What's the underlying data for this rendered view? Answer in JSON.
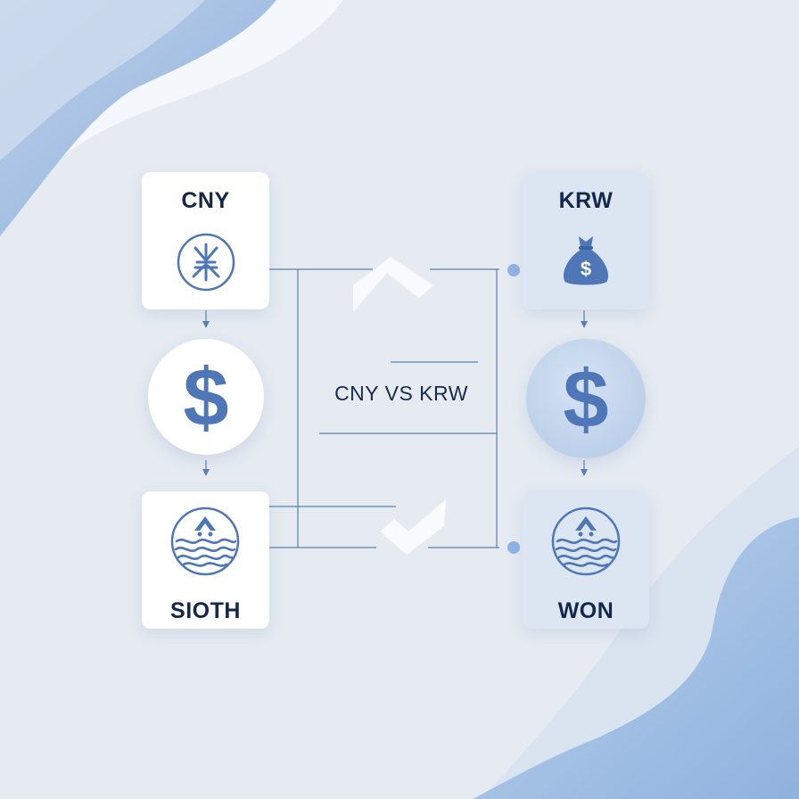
{
  "nodes": {
    "cny_card": {
      "label": "CNY",
      "icon": "yuan-symbol-icon"
    },
    "krw_card": {
      "label": "KRW",
      "icon": "money-bag-icon"
    },
    "left_coin": {
      "symbol": "$",
      "icon": "dollar-coin-icon"
    },
    "right_coin": {
      "symbol": "$",
      "icon": "dollar-coin-icon"
    },
    "left_bottom_card": {
      "label": "SIOTH",
      "icon": "wave-emblem-icon"
    },
    "right_bottom_card": {
      "label": "WON",
      "icon": "wave-emblem-icon"
    }
  },
  "center": {
    "title": "CNY VS KRW"
  },
  "money_bag_symbol": "$",
  "colors": {
    "background": "#e6ebf2",
    "accent_blue": "#4f77b7",
    "dark_text": "#15274a",
    "line": "#5d7fb0",
    "soft_blue_card": "#dce6f2"
  }
}
